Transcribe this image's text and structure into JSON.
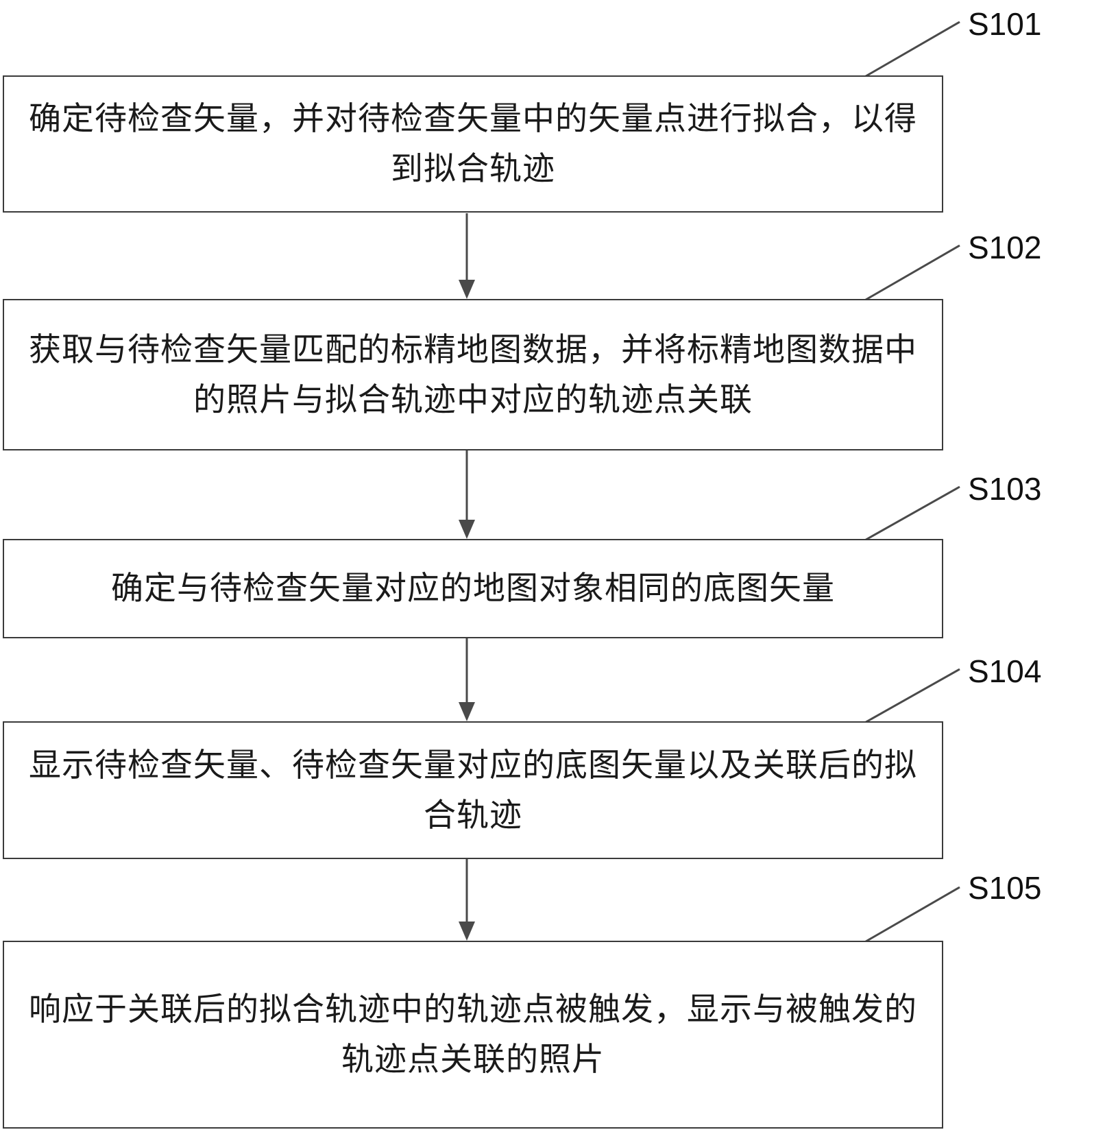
{
  "figure": {
    "background": "#ffffff",
    "line_color": "#4a4a4a",
    "border_color": "#3a3a3a",
    "text_color": "#1a1a1a"
  },
  "steps": [
    {
      "label": "S101",
      "text": "确定待检查矢量，并对待检查矢量中的矢量点进行拟合，以得到拟合轨迹"
    },
    {
      "label": "S102",
      "text": "获取与待检查矢量匹配的标精地图数据，并将标精地图数据中的照片与拟合轨迹中对应的轨迹点关联"
    },
    {
      "label": "S103",
      "text": "确定与待检查矢量对应的地图对象相同的底图矢量"
    },
    {
      "label": "S104",
      "text": "显示待检查矢量、待检查矢量对应的底图矢量以及关联后的拟合轨迹"
    },
    {
      "label": "S105",
      "text": "响应于关联后的拟合轨迹中的轨迹点被触发，显示与被触发的轨迹点关联的照片"
    }
  ]
}
